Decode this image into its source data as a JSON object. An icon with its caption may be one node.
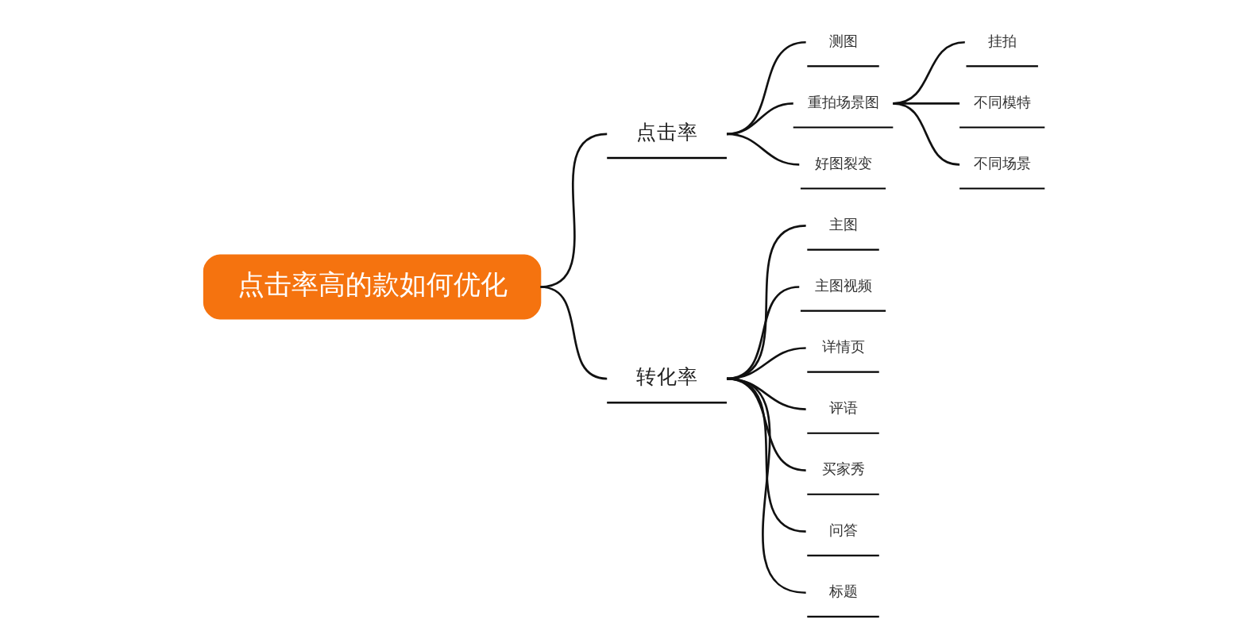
{
  "diagram": {
    "nodes": [
      {
        "text": [
          "点击率高的款如何优化"
        ]
      },
      {
        "text": [
          "点击率"
        ]
      },
      {
        "text": [
          "测图"
        ]
      },
      {
        "text": [
          "重拍场景图"
        ]
      },
      {
        "text": [
          "挂拍"
        ]
      },
      {
        "text": [
          "不同模特"
        ]
      },
      {
        "text": [
          "不同场景"
        ]
      },
      {
        "text": [
          "好图裂变"
        ]
      },
      {
        "text": [
          "转化率"
        ]
      },
      {
        "text": [
          "主图"
        ]
      },
      {
        "text": [
          "主图视频"
        ]
      },
      {
        "text": [
          "详情页"
        ]
      },
      {
        "text": [
          "评语"
        ]
      },
      {
        "text": [
          "买家秀"
        ]
      },
      {
        "text": [
          "问答"
        ]
      },
      {
        "text": [
          "标题"
        ]
      }
    ],
    "edges": [
      {
        "from": 0,
        "to": 1,
        "arrow": "none"
      },
      {
        "from": 1,
        "to": 2,
        "arrow": "none"
      },
      {
        "from": 1,
        "to": 3,
        "arrow": "none"
      },
      {
        "from": 3,
        "to": 4,
        "arrow": "none"
      },
      {
        "from": 3,
        "to": 5,
        "arrow": "none"
      },
      {
        "from": 3,
        "to": 6,
        "arrow": "none"
      },
      {
        "from": 1,
        "to": 7,
        "arrow": "none"
      },
      {
        "from": 0,
        "to": 8,
        "arrow": "none"
      },
      {
        "from": 8,
        "to": 9,
        "arrow": "none"
      },
      {
        "from": 8,
        "to": 10,
        "arrow": "none"
      },
      {
        "from": 8,
        "to": 11,
        "arrow": "none"
      },
      {
        "from": 8,
        "to": 12,
        "arrow": "none"
      },
      {
        "from": 8,
        "to": 13,
        "arrow": "none"
      },
      {
        "from": 8,
        "to": 14,
        "arrow": "none"
      },
      {
        "from": 8,
        "to": 15,
        "arrow": "none"
      }
    ]
  }
}
